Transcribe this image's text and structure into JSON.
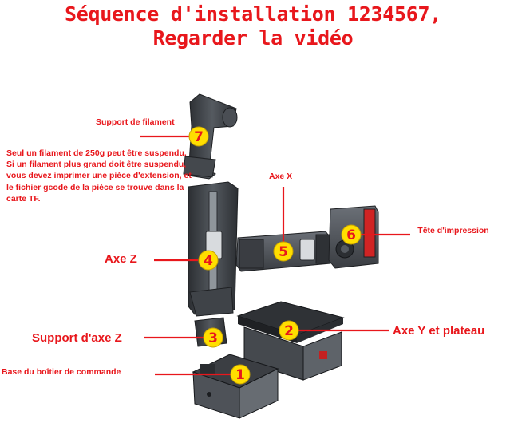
{
  "title": {
    "line1": "Séquence d'installation 1234567,",
    "line2": "Regarder la vidéo"
  },
  "labels": {
    "support_filament": "Support de filament",
    "note": "Seul un filament de 250g peut être suspendu. Si un filament plus grand doit être suspendu, vous devez imprimer une pièce d'extension, et le fichier gcode de la pièce se trouve dans la carte TF.",
    "axe_x": "Axe X",
    "tete_impression": "Tête d'impression",
    "axe_z": "Axe Z",
    "axe_y_plateau": "Axe Y et plateau",
    "support_axe_z": "Support d'axe Z",
    "base_boitier": "Base du boîtier de commande"
  },
  "badges": [
    "1",
    "2",
    "3",
    "4",
    "5",
    "6",
    "7"
  ],
  "colors": {
    "accent": "#e8171c",
    "badge_fill": "#ffde00",
    "part_dark": "#3a3d42",
    "part_mid": "#5c6066",
    "part_light": "#9aa0a6"
  }
}
